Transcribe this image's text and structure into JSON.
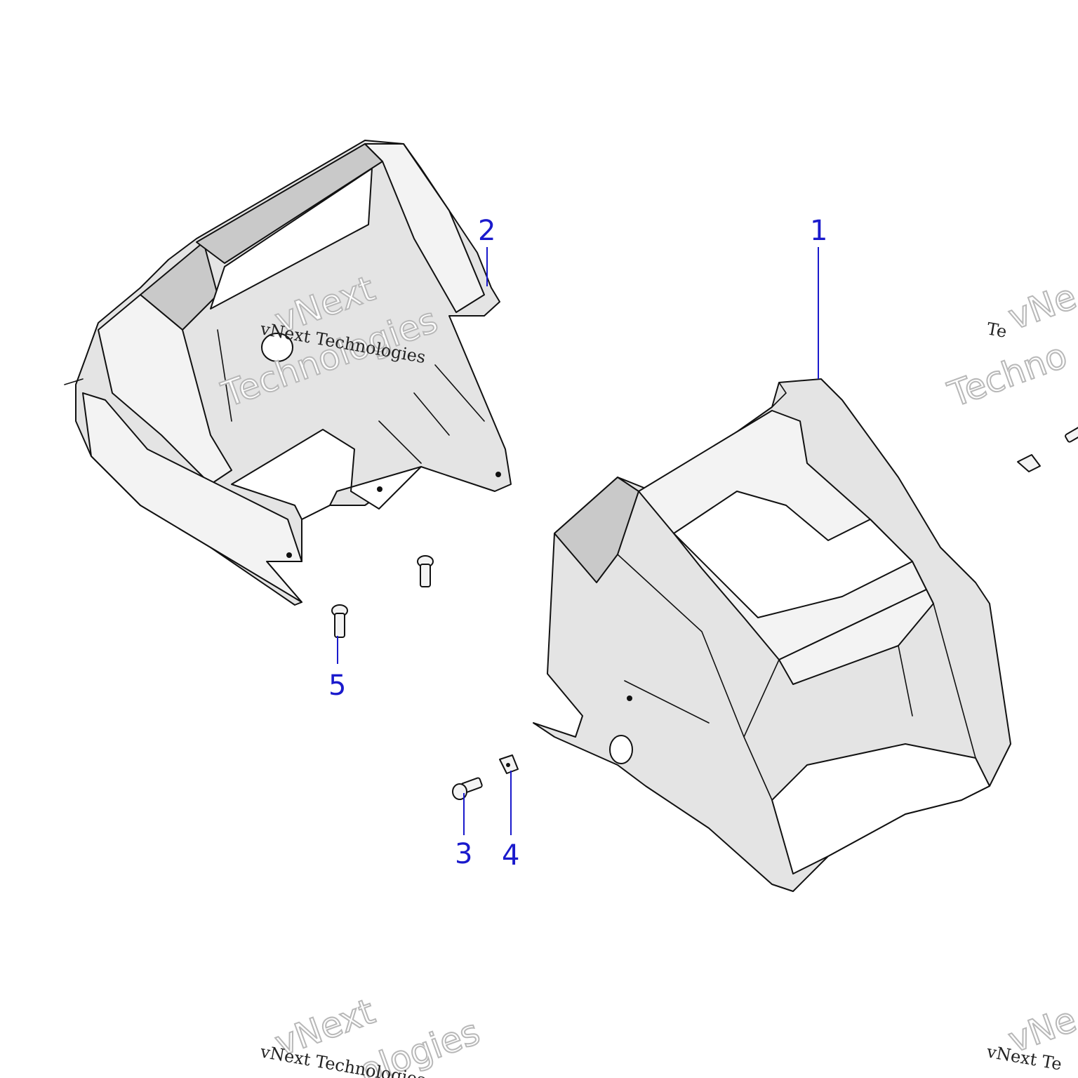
{
  "callouts": [
    {
      "id": "1",
      "label": "1"
    },
    {
      "id": "2",
      "label": "2"
    },
    {
      "id": "3",
      "label": "3"
    },
    {
      "id": "4",
      "label": "4"
    },
    {
      "id": "5",
      "label": "5"
    }
  ],
  "watermark": {
    "brand_line": "vNext Technologies",
    "outline_word_1": "vNext",
    "outline_word_2": "Technologies",
    "partial_right_1": "vNe",
    "partial_right_2": "Te",
    "partial_right_3": "Techno",
    "partial_bottom_right_1": "vNe",
    "partial_bottom_right_2": "vNext Te",
    "partial_bottom_1": "vNext Technologies",
    "partial_bottom_2": "vNext",
    "partial_bottom_3": "ologies"
  },
  "colors": {
    "callout": "#1a1acc",
    "part_fill": "#e4e4e4",
    "line": "#111111",
    "watermark_outline": "#b8b8b8"
  }
}
